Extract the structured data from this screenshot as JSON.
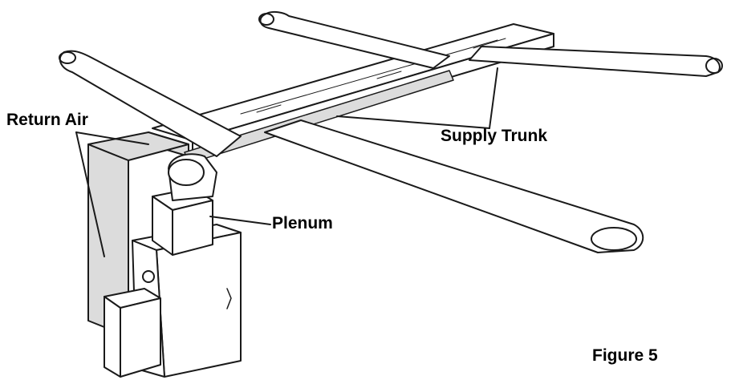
{
  "labels": {
    "return_air": "Return Air",
    "supply_trunk": "Supply Trunk",
    "plenum": "Plenum",
    "figure": "Figure 5"
  },
  "colors": {
    "line": "#1a1a1a",
    "return_shade": "#dcdcdc",
    "background": "#ffffff"
  }
}
